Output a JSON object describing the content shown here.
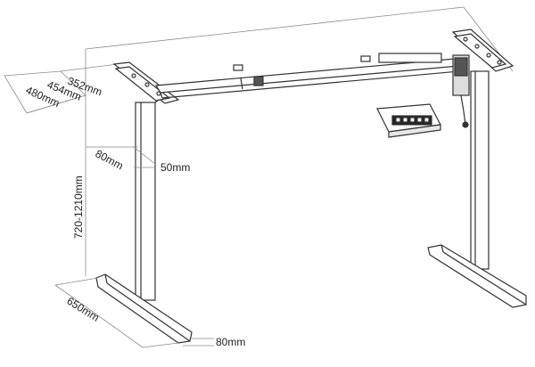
{
  "dimensions": {
    "top_depth": "352mm",
    "top_mid": "454mm",
    "top_wide": "480mm",
    "height_range": "720-1210mm",
    "column_width": "80mm",
    "column_depth": "50mm",
    "foot_length": "650mm",
    "foot_width": "80mm"
  },
  "controller": {
    "buttons": 5
  },
  "colors": {
    "line": "#333333",
    "guide": "#777777",
    "motor": "#444444"
  }
}
